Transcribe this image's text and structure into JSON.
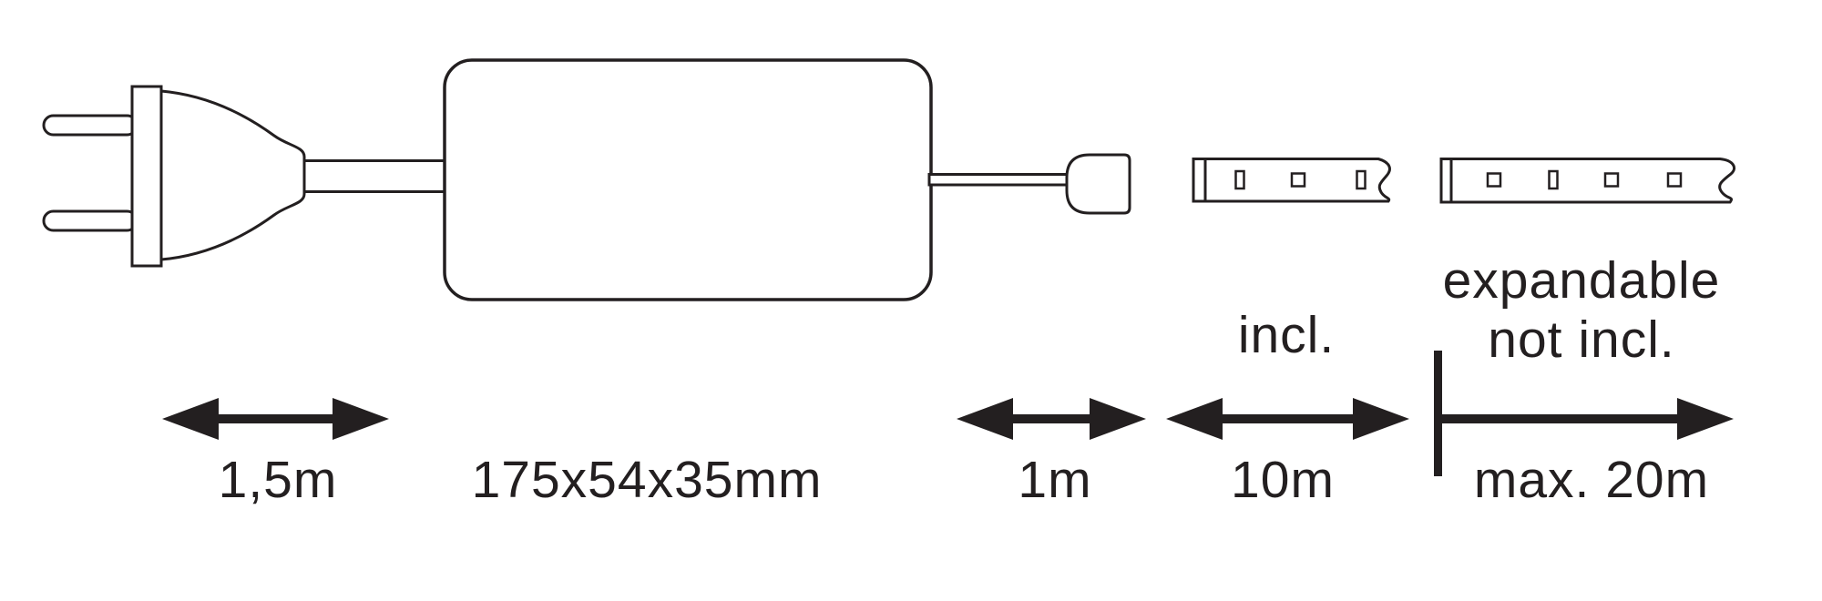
{
  "labels": {
    "plug_cable_length": "1,5m",
    "driver_dimensions": "175x54x35mm",
    "output_cable_length": "1m",
    "strip_length": "10m",
    "strip_included_note": "incl.",
    "expandable_note_line1": "expandable",
    "expandable_note_line2": "not incl.",
    "max_length": "max. 20m"
  },
  "colors": {
    "line": "#231f20",
    "background": "#ffffff"
  }
}
